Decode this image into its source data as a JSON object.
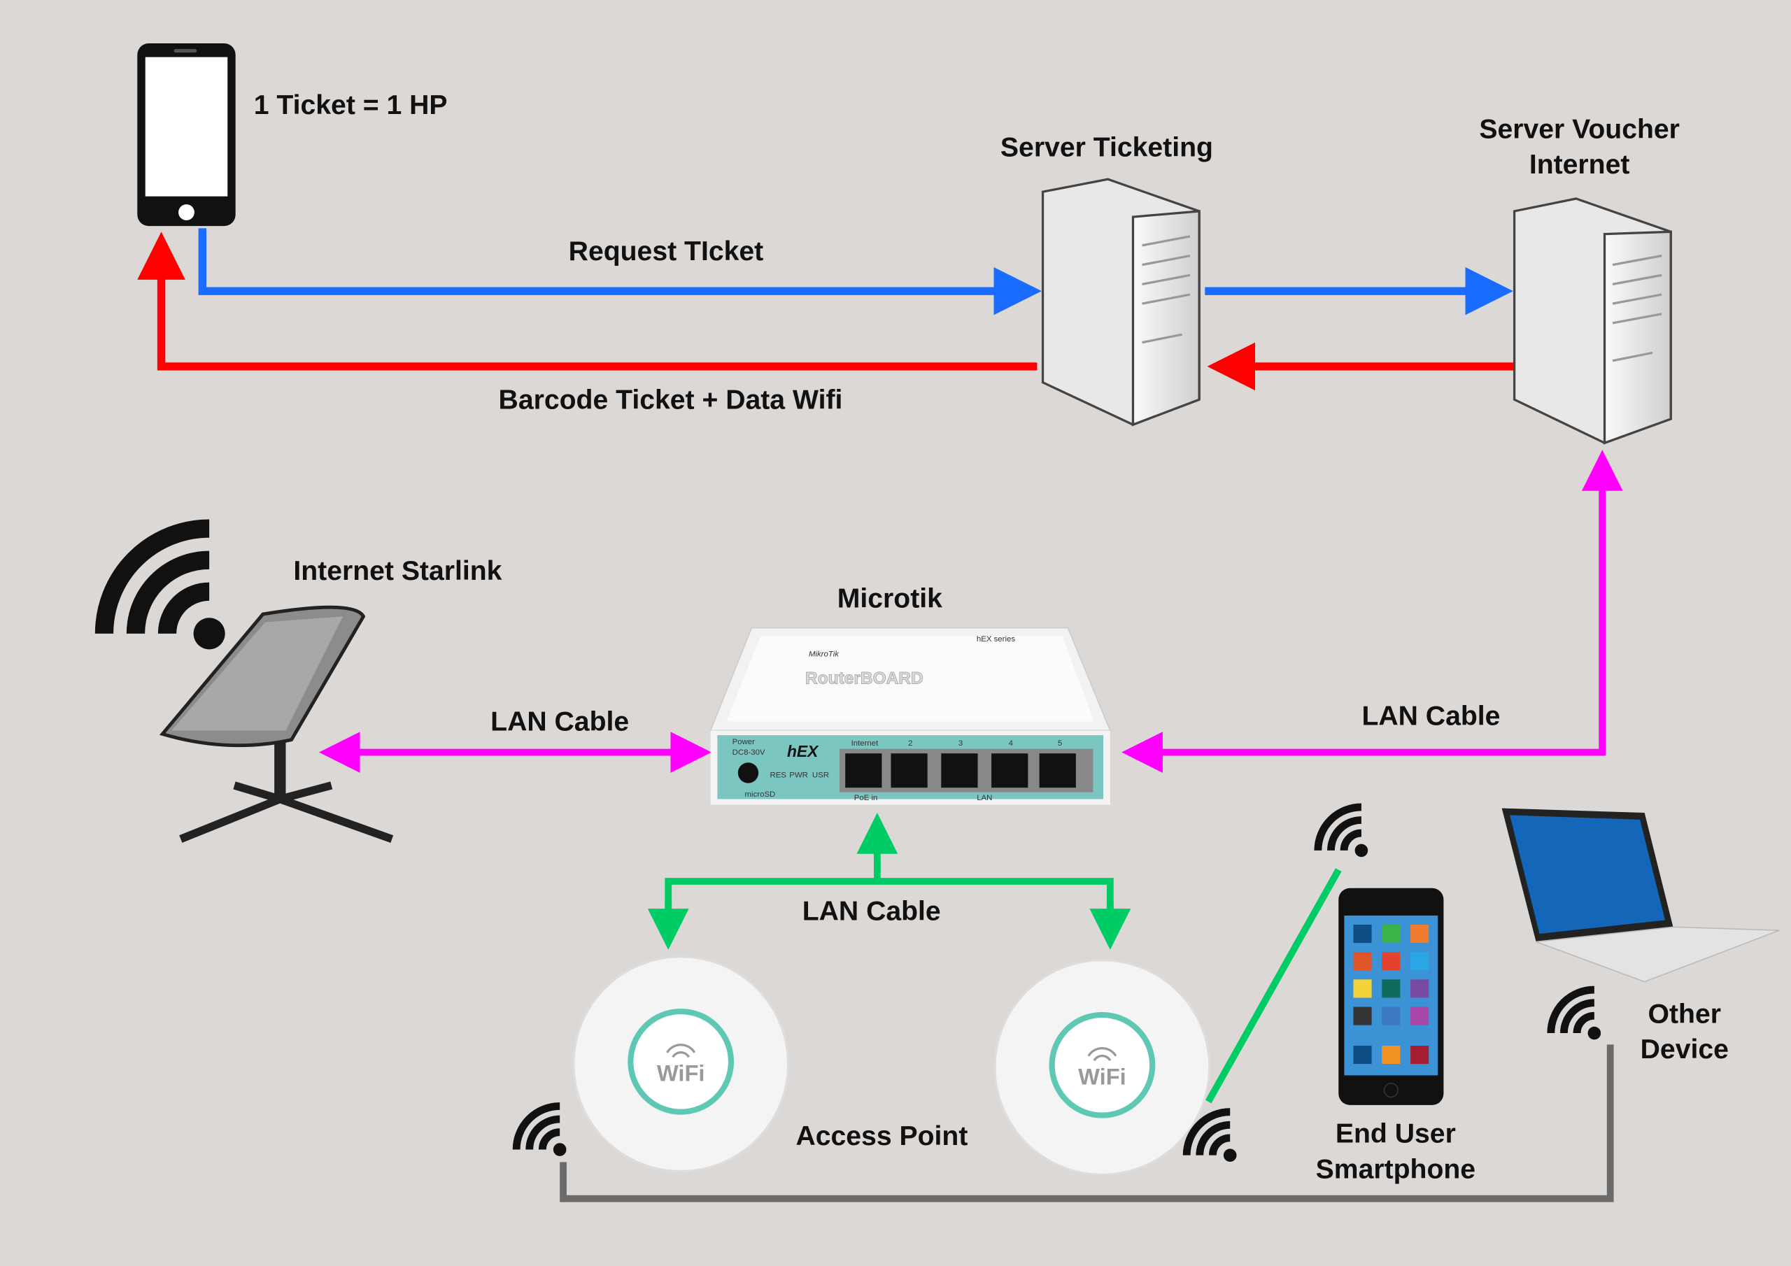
{
  "labels": {
    "ticket_rule": "1 Ticket = 1 HP",
    "server_ticketing": "Server Ticketing",
    "server_voucher_line1": "Server Voucher",
    "server_voucher_line2": "Internet",
    "request_ticket": "Request TIcket",
    "barcode_ticket": "Barcode Ticket + Data Wifi",
    "internet_starlink": "Internet Starlink",
    "microtik": "Microtik",
    "lan_cable_left": "LAN Cable",
    "lan_cable_right": "LAN Cable",
    "lan_cable_bottom": "LAN Cable",
    "access_point": "Access Point",
    "end_user_line1": "End User",
    "end_user_line2": "Smartphone",
    "other_device_line1": "Other",
    "other_device_line2": "Device"
  },
  "router": {
    "brand": "MikroTik",
    "model_banner": "RouterBOARD",
    "series": "hEX series",
    "model": "hEX",
    "power": "Power",
    "voltage": "DC8-30V",
    "res": "RES",
    "pwr": "PWR",
    "usr": "USR",
    "microsd": "microSD",
    "ports": [
      "Internet",
      "2",
      "3",
      "4",
      "5"
    ],
    "poe": "PoE in",
    "lan": "LAN"
  },
  "access_point_logo": "WiFi",
  "colors": {
    "background": "#dcd8d6",
    "request": "#1a6cff",
    "response": "#ff0000",
    "lan_main": "#ff00ff",
    "lan_ap": "#00cc66",
    "wireless": "#6b6b6b"
  }
}
